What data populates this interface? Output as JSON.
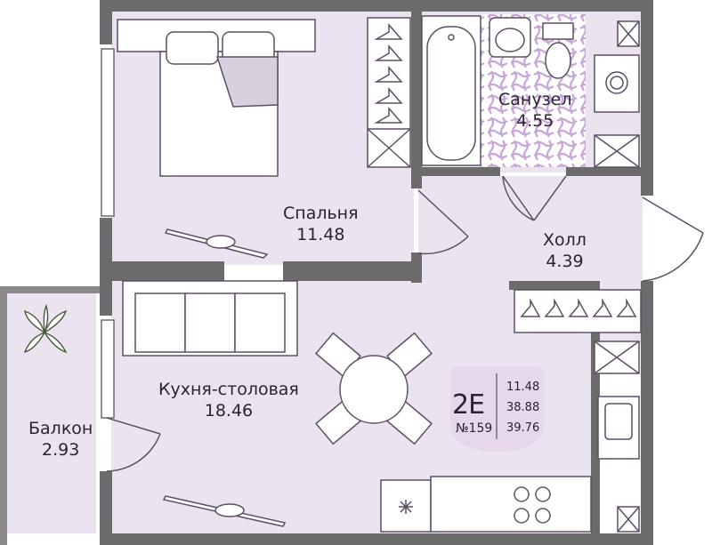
{
  "rooms": {
    "bedroom": {
      "name": "Спальня",
      "area": "11.48"
    },
    "bathroom": {
      "name": "Санузел",
      "area": "4.55"
    },
    "hall": {
      "name": "Холл",
      "area": "4.39"
    },
    "kitchen": {
      "name": "Кухня-столовая",
      "area": "18.46"
    },
    "balcony": {
      "name": "Балкон",
      "area": "2.93"
    }
  },
  "apartment": {
    "code": "2E",
    "number": "№159",
    "areas": [
      "11.48",
      "38.88",
      "39.76"
    ]
  },
  "colors": {
    "wall": "#6b6b6b",
    "floor": "#ece3f0",
    "tile": "#c9a6d9",
    "line": "#5d4f63",
    "text": "#2b2333",
    "badge": "#e6d7ec"
  }
}
